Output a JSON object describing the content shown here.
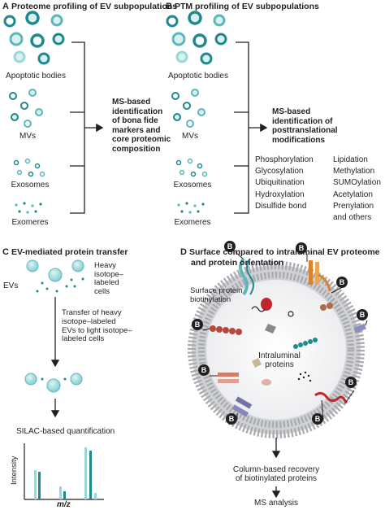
{
  "panels": {
    "a": {
      "letter": "A",
      "title": "Proteome profiling of EV subpopulations",
      "populations": [
        "Apoptotic bodies",
        "MVs",
        "Exosomes",
        "Exomeres"
      ],
      "result": [
        "MS-based",
        "identification",
        "of bona fide",
        "markers and",
        "core proteomic",
        "composition"
      ]
    },
    "b": {
      "letter": "B",
      "title": "PTM profiling of EV subpopulations",
      "populations": [
        "Apoptotic bodies",
        "MVs",
        "Exosomes",
        "Exomeres"
      ],
      "result": [
        "MS-based",
        "identification of",
        "posttranslational",
        "modifications"
      ],
      "ptms_col1": [
        "Phosphorylation",
        "Glycosylation",
        "Ubiquitination",
        "Hydroxylation",
        "Disulfide bond"
      ],
      "ptms_col2": [
        "Lipidation",
        "Methylation",
        "SUMOylation",
        "Acetylation",
        "Prenylation",
        "and others"
      ]
    },
    "c": {
      "letter": "C",
      "title": "EV-mediated protein transfer",
      "evs_label": "EVs",
      "heavy_label": [
        "Heavy",
        "isotope–",
        "labeled",
        "cells"
      ],
      "transfer_text": [
        "Transfer of heavy",
        "isotope–labeled",
        "EVs to light isotope–",
        "labeled cells"
      ],
      "silac_label": "SILAC-based quantification",
      "y_axis": "Intensity",
      "x_axis": "m/z"
    },
    "d": {
      "letter": "D",
      "title_lines": [
        "Surface compared to intraluminal EV proteome",
        "and protein orientation"
      ],
      "surface_label": [
        "Surface protein",
        "biotinylation"
      ],
      "intraluminal_label": [
        "Intraluminal",
        "proteins"
      ],
      "biotin_badge": "B",
      "column_text": [
        "Column-based recovery",
        "of biotinylated proteins"
      ],
      "ms_text": "MS analysis"
    }
  },
  "colors": {
    "teal_dark": "#1f8a8e",
    "teal_mid": "#5cb8bb",
    "teal_light": "#9dd6d8",
    "teal_fill": "#d8f0f0",
    "ink": "#231f20",
    "membrane": "#b7b7b7"
  },
  "icons": {
    "vesicle": "teal-circle",
    "badge": "biotin-badge",
    "arrow": "arrow-right"
  }
}
